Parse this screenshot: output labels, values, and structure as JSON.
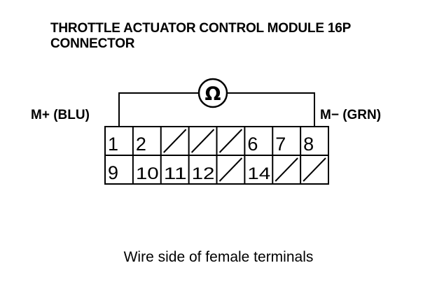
{
  "title": {
    "line1": "THROTTLE ACTUATOR CONTROL MODULE 16P",
    "line2": "CONNECTOR"
  },
  "meter": {
    "symbol": "Ω"
  },
  "probes": {
    "positive": "M+ (BLU)",
    "negative": "M− (GRN)"
  },
  "connector": {
    "top_row": [
      {
        "label": "1",
        "used": true
      },
      {
        "label": "2",
        "used": true
      },
      {
        "label": "",
        "used": false
      },
      {
        "label": "",
        "used": false
      },
      {
        "label": "",
        "used": false
      },
      {
        "label": "6",
        "used": true
      },
      {
        "label": "7",
        "used": true
      },
      {
        "label": "8",
        "used": true
      }
    ],
    "bottom_row": [
      {
        "label": "9",
        "used": true
      },
      {
        "label": "10",
        "used": true
      },
      {
        "label": "11",
        "used": true
      },
      {
        "label": "12",
        "used": true
      },
      {
        "label": "",
        "used": false
      },
      {
        "label": "14",
        "used": true
      },
      {
        "label": "",
        "used": false
      },
      {
        "label": "",
        "used": false
      }
    ]
  },
  "caption": "Wire side of female terminals"
}
